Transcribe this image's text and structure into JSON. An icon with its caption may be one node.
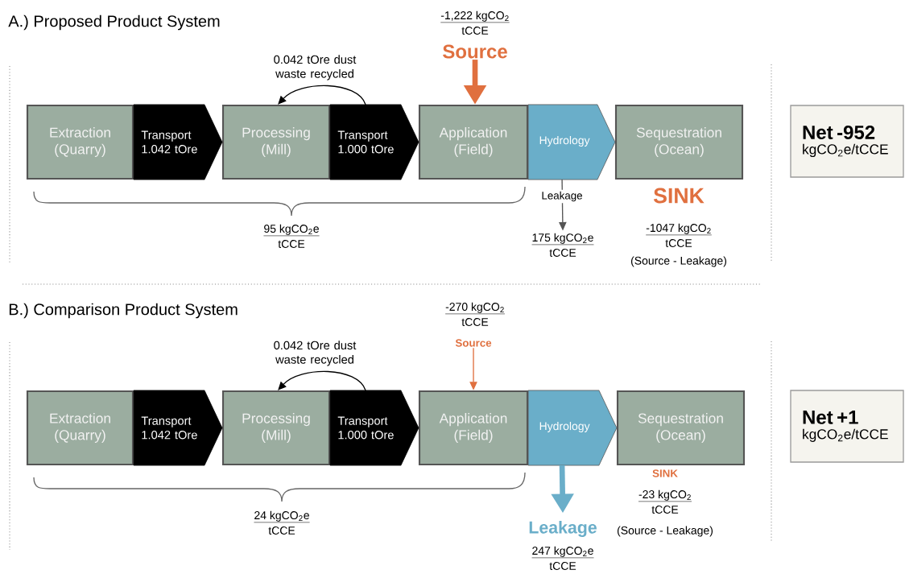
{
  "diagram": {
    "nodes": [
      {
        "text": [
          "Extraction (Quarry)"
        ]
      },
      {
        "text": [
          "Processing (Mill)"
        ]
      },
      {
        "text": [
          "Application (Field)"
        ]
      },
      {
        "text": [
          "Sequestration (Ocean)"
        ],
        "beside": [
          "SINK",
          "-1047 kgCO$_{2}$",
          "tCCE",
          "(Source - Leakage)"
        ]
      },
      {
        "text": [
          "Net -952",
          "kgCO$_{2}$e/tCCE"
        ]
      },
      {
        "text": [
          "Source"
        ],
        "beside": [
          "-1,222 kgCO$_{2}$",
          "tCCE"
        ]
      },
      {
        "text": [
          "175 kgCO$_{2}$e",
          "tCCE"
        ]
      },
      {
        "text": [
          "Extraction (Quarry)"
        ]
      },
      {
        "text": [
          "Processing (Mill)"
        ]
      },
      {
        "text": [
          "Application (Field)"
        ]
      },
      {
        "text": [
          "Sequestration (Ocean)"
        ],
        "beside": [
          "SINK",
          "-23 kgCO$_{2}$",
          "tCCE",
          "(Source - Leakage)"
        ]
      },
      {
        "text": [
          "Net +1",
          "kgCO$_{2}$e/tCCE"
        ]
      },
      {
        "text": [
          "Source"
        ],
        "beside": [
          "-270 kgCO$_{2}$",
          "tCCE"
        ]
      },
      {
        "text": [
          "Leakage"
        ],
        "beside": [
          "247 kgCO$_{2}$e",
          "tCCE"
        ]
      }
    ],
    "edges": [
      {
        "from": 0,
        "to": 1,
        "arrow": "to",
        "label": "Transport 1.042 tOre"
      },
      {
        "from": 1,
        "to": 2,
        "arrow": "to",
        "label": "Transport 1.000 tOre"
      },
      {
        "from": 2,
        "to": 3,
        "arrow": "to",
        "label": "Hydrology",
        "color": "#6aaec9"
      },
      {
        "from": null,
        "to": 1,
        "arrow": "to",
        "label": "0.042 tOre dust waste recycled"
      },
      {
        "from": 5,
        "to": 2,
        "arrow": "to",
        "style": "thick",
        "color": "#e0703f"
      },
      {
        "from": null,
        "to": 6,
        "arrow": "to",
        "label": "Leakage",
        "color": "#555555"
      },
      {
        "from": 7,
        "to": 8,
        "arrow": "to",
        "label": "Transport 1.042 tOre"
      },
      {
        "from": 8,
        "to": 9,
        "arrow": "to",
        "label": "Transport 1.000 tOre"
      },
      {
        "from": 9,
        "to": 10,
        "arrow": "to",
        "label": "Hydrology",
        "color": "#6aaec9"
      },
      {
        "from": null,
        "to": 8,
        "arrow": "to",
        "label": "0.042 tOre dust waste recycled"
      },
      {
        "from": 12,
        "to": 9,
        "arrow": "to",
        "color": "#e0703f"
      },
      {
        "from": null,
        "to": 13,
        "arrow": "to",
        "style": "thick",
        "color": "#6aaec9"
      }
    ],
    "labels": [
      "A.) Proposed Product System",
      "95 kgCO$_{2}$e",
      "tCCE",
      "B.) Comparison Product System",
      "24 kgCO$_{2}$e",
      "tCCE"
    ]
  }
}
